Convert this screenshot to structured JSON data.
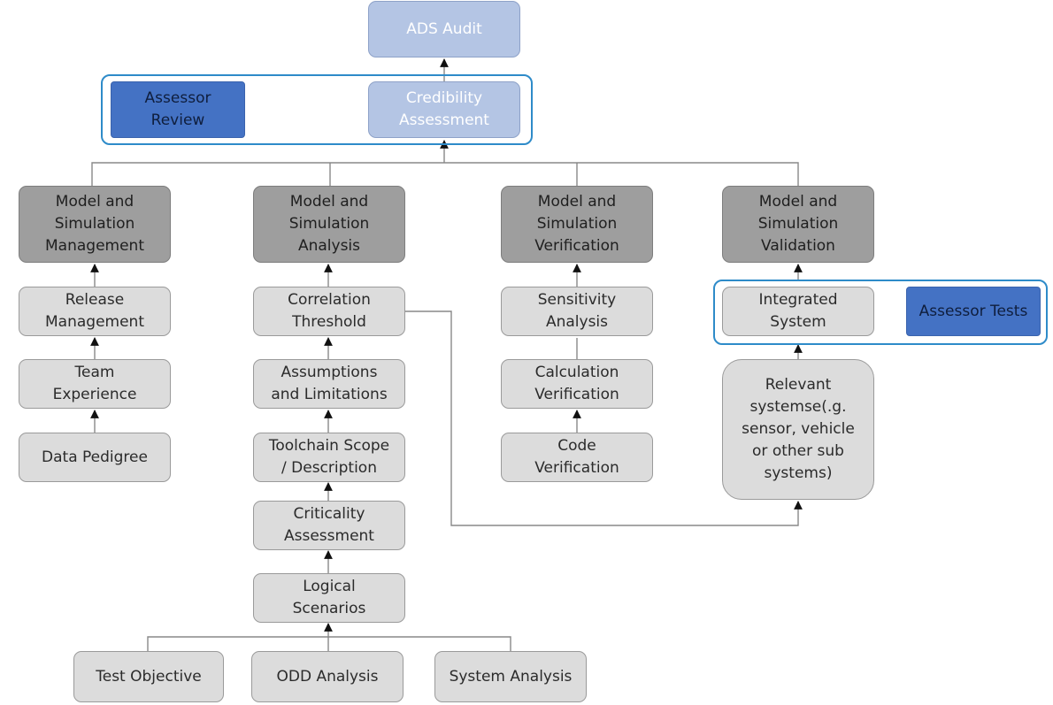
{
  "nodes": {
    "ads_audit": "ADS Audit",
    "assessor_review": "Assessor\nReview",
    "credibility_assessment": "Credibility\nAssessment",
    "ms_management": "Model and\nSimulation\nManagement",
    "ms_analysis": "Model and\nSimulation\nAnalysis",
    "ms_verification": "Model and\nSimulation\nVerification",
    "ms_validation": "Model and\nSimulation\nValidation",
    "release_management": "Release\nManagement",
    "team_experience": "Team\nExperience",
    "data_pedigree": "Data Pedigree",
    "correlation_threshold": "Correlation\nThreshold",
    "assumptions_limitations": "Assumptions\nand Limitations",
    "toolchain_scope": "Toolchain Scope\n/ Description",
    "criticality_assessment": "Criticality\nAssessment",
    "logical_scenarios": "Logical\nScenarios",
    "test_objective": "Test Objective",
    "odd_analysis": "ODD Analysis",
    "system_analysis": "System Analysis",
    "sensitivity_analysis": "Sensitivity\nAnalysis",
    "calculation_verification": "Calculation\nVerification",
    "code_verification": "Code\nVerification",
    "integrated_system": "Integrated\nSystem",
    "assessor_tests": "Assessor Tests",
    "relevant_systems": "Relevant\nsystemse(.g.\nsensor, vehicle\nor other sub\nsystems)"
  },
  "colors": {
    "light_box": "#dcdcdc",
    "dark_box": "#9e9e9e",
    "pale_blue_box": "#b4c5e4",
    "assessor_blue": "#4472c4",
    "group_outline": "#2e8bc9",
    "connector": "#888888"
  }
}
